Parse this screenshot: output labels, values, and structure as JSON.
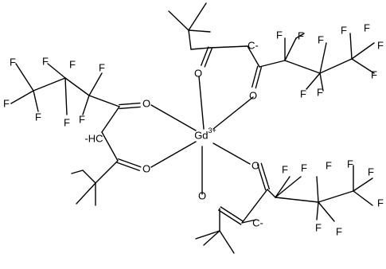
{
  "structure": {
    "metal": {
      "symbol": "Gd",
      "charge": "3+"
    },
    "labels": {
      "F": "F",
      "O": "O",
      "C_carbanion": "C",
      "H": "H",
      "minus": "-"
    }
  }
}
